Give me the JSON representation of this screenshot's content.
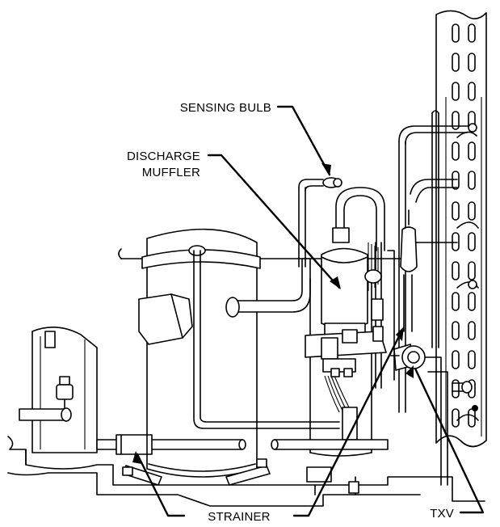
{
  "labels": {
    "sensing_bulb": "SENSING BULB",
    "discharge_line1": "DISCHARGE",
    "discharge_line2": "MUFFLER",
    "strainer": "STRAINER",
    "txv": "TXV"
  }
}
